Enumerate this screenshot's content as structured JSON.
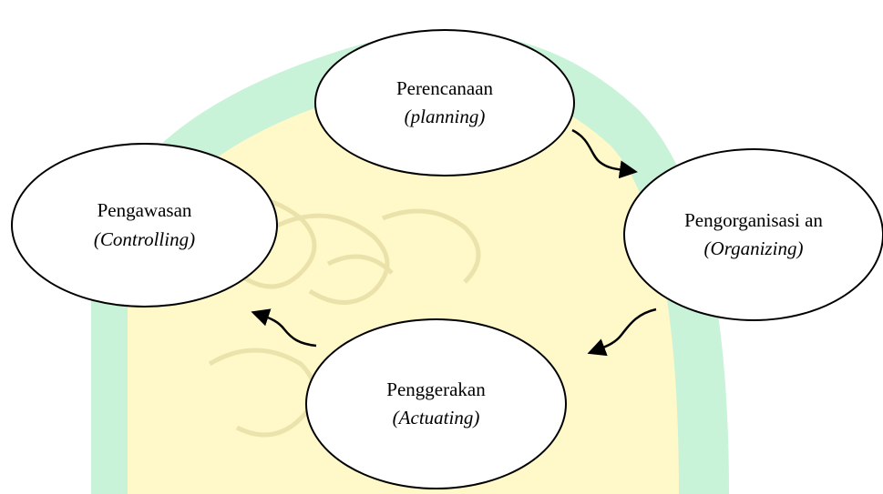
{
  "diagram": {
    "nodes": {
      "planning": {
        "title": "Perencanaan",
        "subtitle": "(planning)"
      },
      "organizing": {
        "title": "Pengorganisasi an",
        "subtitle": "(Organizing)"
      },
      "actuating": {
        "title": "Penggerakan",
        "subtitle": "(Actuating)"
      },
      "controlling": {
        "title": "Pengawasan",
        "subtitle": "(Controlling)"
      }
    },
    "colors": {
      "watermark_green": "#c8f3d8",
      "watermark_yellow": "#fff8c8",
      "watermark_pattern": "#e9e0a8",
      "stroke": "#000000"
    }
  }
}
